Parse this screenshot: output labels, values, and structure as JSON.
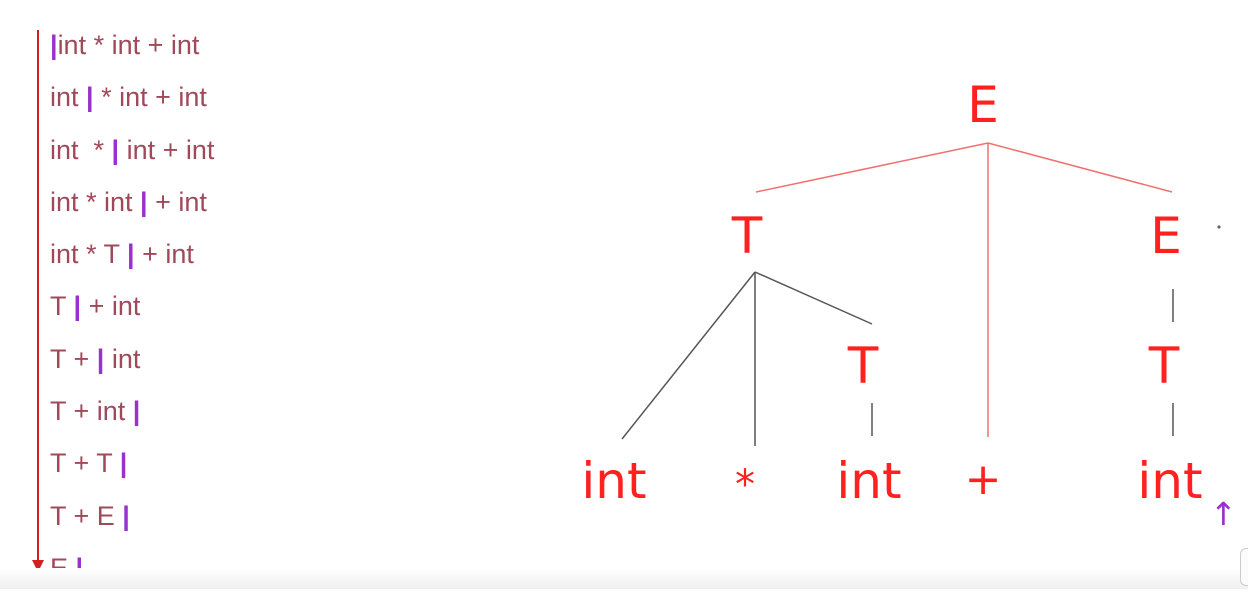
{
  "trace": {
    "steps": [
      {
        "before": "",
        "after": "int * int + int"
      },
      {
        "before": "int ",
        "after": " * int + int"
      },
      {
        "before": "int  * ",
        "after": " int + int"
      },
      {
        "before": "int * int ",
        "after": " + int"
      },
      {
        "before": "int * T ",
        "after": " + int"
      },
      {
        "before": "T ",
        "after": " + int"
      },
      {
        "before": "T + ",
        "after": " int"
      },
      {
        "before": "T + int ",
        "after": ""
      },
      {
        "before": "T + T ",
        "after": ""
      },
      {
        "before": "T + E ",
        "after": ""
      },
      {
        "before": "E ",
        "after": ""
      }
    ],
    "cursor_symbol": "|"
  },
  "tree": {
    "root": "E",
    "left_T": "T",
    "right_E": "E",
    "inner_T": "T",
    "right_T": "T",
    "leaves": [
      "int",
      "*",
      "int",
      "+",
      "int"
    ],
    "up_arrow": "↑"
  },
  "colors": {
    "trace_text": "#a0495b",
    "cursor": "#9932cc",
    "tree_red": "#ff2020",
    "edge_red": "#f07070",
    "edge_gray": "#555555",
    "arrow_red": "#d21f1f"
  }
}
